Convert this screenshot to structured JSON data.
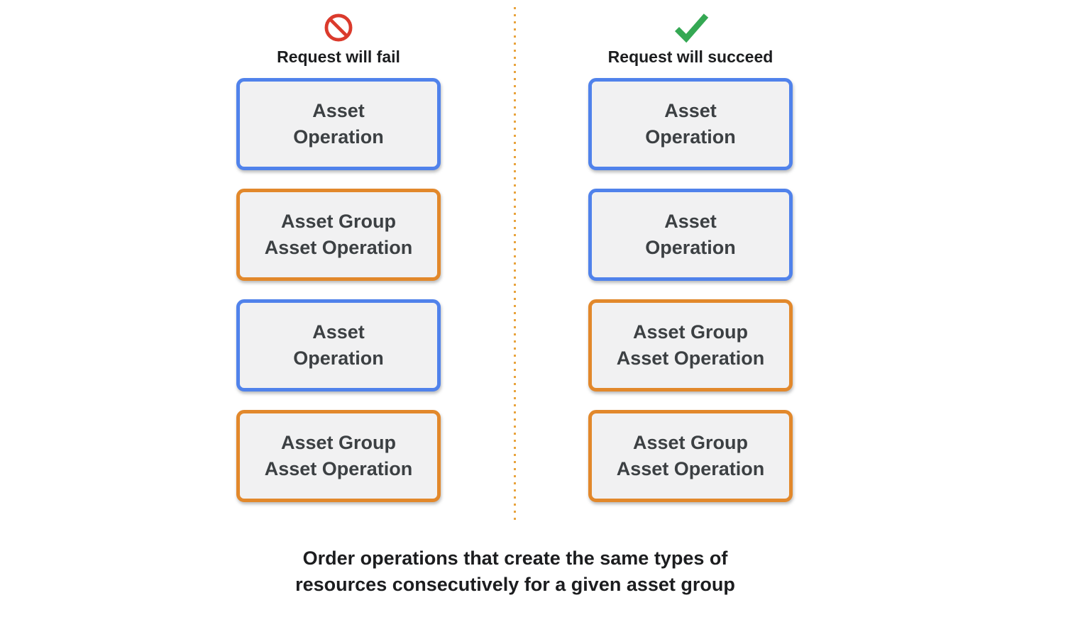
{
  "columns": [
    {
      "header": "Request will fail",
      "status_icon": "prohibited-icon",
      "boxes": [
        {
          "label": "Asset\nOperation",
          "type": "blue"
        },
        {
          "label": "Asset Group\nAsset Operation",
          "type": "orange"
        },
        {
          "label": "Asset\nOperation",
          "type": "blue"
        },
        {
          "label": "Asset Group\nAsset Operation",
          "type": "orange"
        }
      ]
    },
    {
      "header": "Request will succeed",
      "status_icon": "check-icon",
      "boxes": [
        {
          "label": "Asset\nOperation",
          "type": "blue"
        },
        {
          "label": "Asset\nOperation",
          "type": "blue"
        },
        {
          "label": "Asset Group\nAsset Operation",
          "type": "orange"
        },
        {
          "label": "Asset Group\nAsset Operation",
          "type": "orange"
        }
      ]
    }
  ],
  "caption": "Order operations that create the same types of\nresources consecutively for a given asset group",
  "colors": {
    "blue_border": "#5082eb",
    "orange_border": "#e2882b",
    "fail_red": "#db3a2c",
    "success_green": "#34a853",
    "box_fill": "#f1f1f2",
    "box_text": "#3c4043",
    "heading_text": "#1c1d1f",
    "divider_dots": "#e8a33d"
  }
}
